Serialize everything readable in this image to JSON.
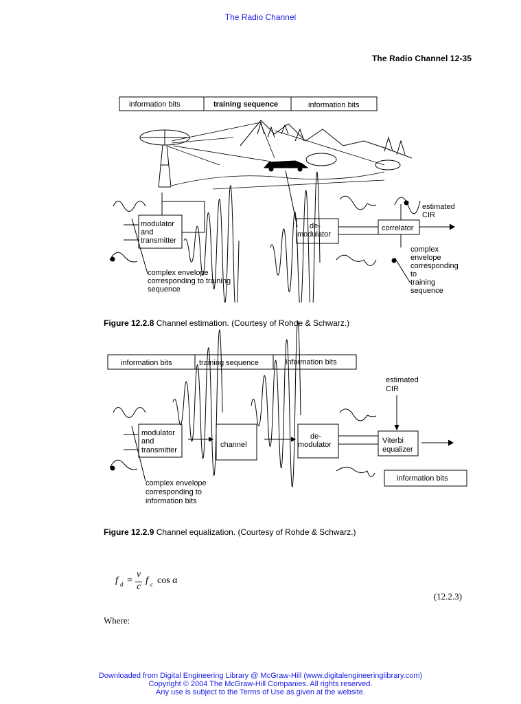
{
  "header": {
    "top_link": "The Radio Channel",
    "running_head": "The Radio Channel 12-35"
  },
  "figure1": {
    "frame_labels": [
      "information bits",
      "training sequence",
      "information bits"
    ],
    "blocks": {
      "modulator": [
        "modulator",
        "and",
        "transmitter"
      ],
      "demodulator": [
        "de-",
        "modulator"
      ],
      "correlator": "correlator"
    },
    "estimated_cir": [
      "estimated",
      "CIR"
    ],
    "left_note": [
      "complex envelope",
      "corresponding to training",
      "sequence"
    ],
    "right_note": [
      "complex",
      "envelope",
      "corresponding",
      "to",
      "training",
      "sequence"
    ],
    "caption_number": "Figure 12.2.8",
    "caption_text": " Channel estimation. (Courtesy of Rohde & Schwarz.)"
  },
  "figure2": {
    "frame_labels": [
      "information bits",
      "training sequence",
      "information bits"
    ],
    "blocks": {
      "modulator": [
        "modulator",
        "and",
        "transmitter"
      ],
      "channel": "channel",
      "demodulator": [
        "de-",
        "modulator"
      ],
      "equalizer": [
        "Viterbi",
        "equalizer"
      ]
    },
    "estimated_cir": [
      "estimated",
      "CIR"
    ],
    "output_label": "information bits",
    "left_note": [
      "complex envelope",
      "corresponding to",
      "information bits"
    ],
    "caption_number": "Figure 12.2.9",
    "caption_text": " Channel equalization. (Courtesy of Rohde & Schwarz.)"
  },
  "equation": {
    "lhs": "f",
    "lhs_sub": "d",
    "equals": "=",
    "numerator": "v",
    "denominator": "c",
    "factor": "f",
    "factor_sub": "c",
    "trig": "cos α",
    "number": "(12.2.3)"
  },
  "body": {
    "where": "Where:"
  },
  "footer": {
    "line1": "Downloaded from Digital Engineering Library @ McGraw-Hill (www.digitalengineeringlibrary.com)",
    "line2": "Copyright © 2004 The McGraw-Hill Companies. All rights reserved.",
    "line3": "Any use is subject to the Terms of Use as given at the website."
  }
}
